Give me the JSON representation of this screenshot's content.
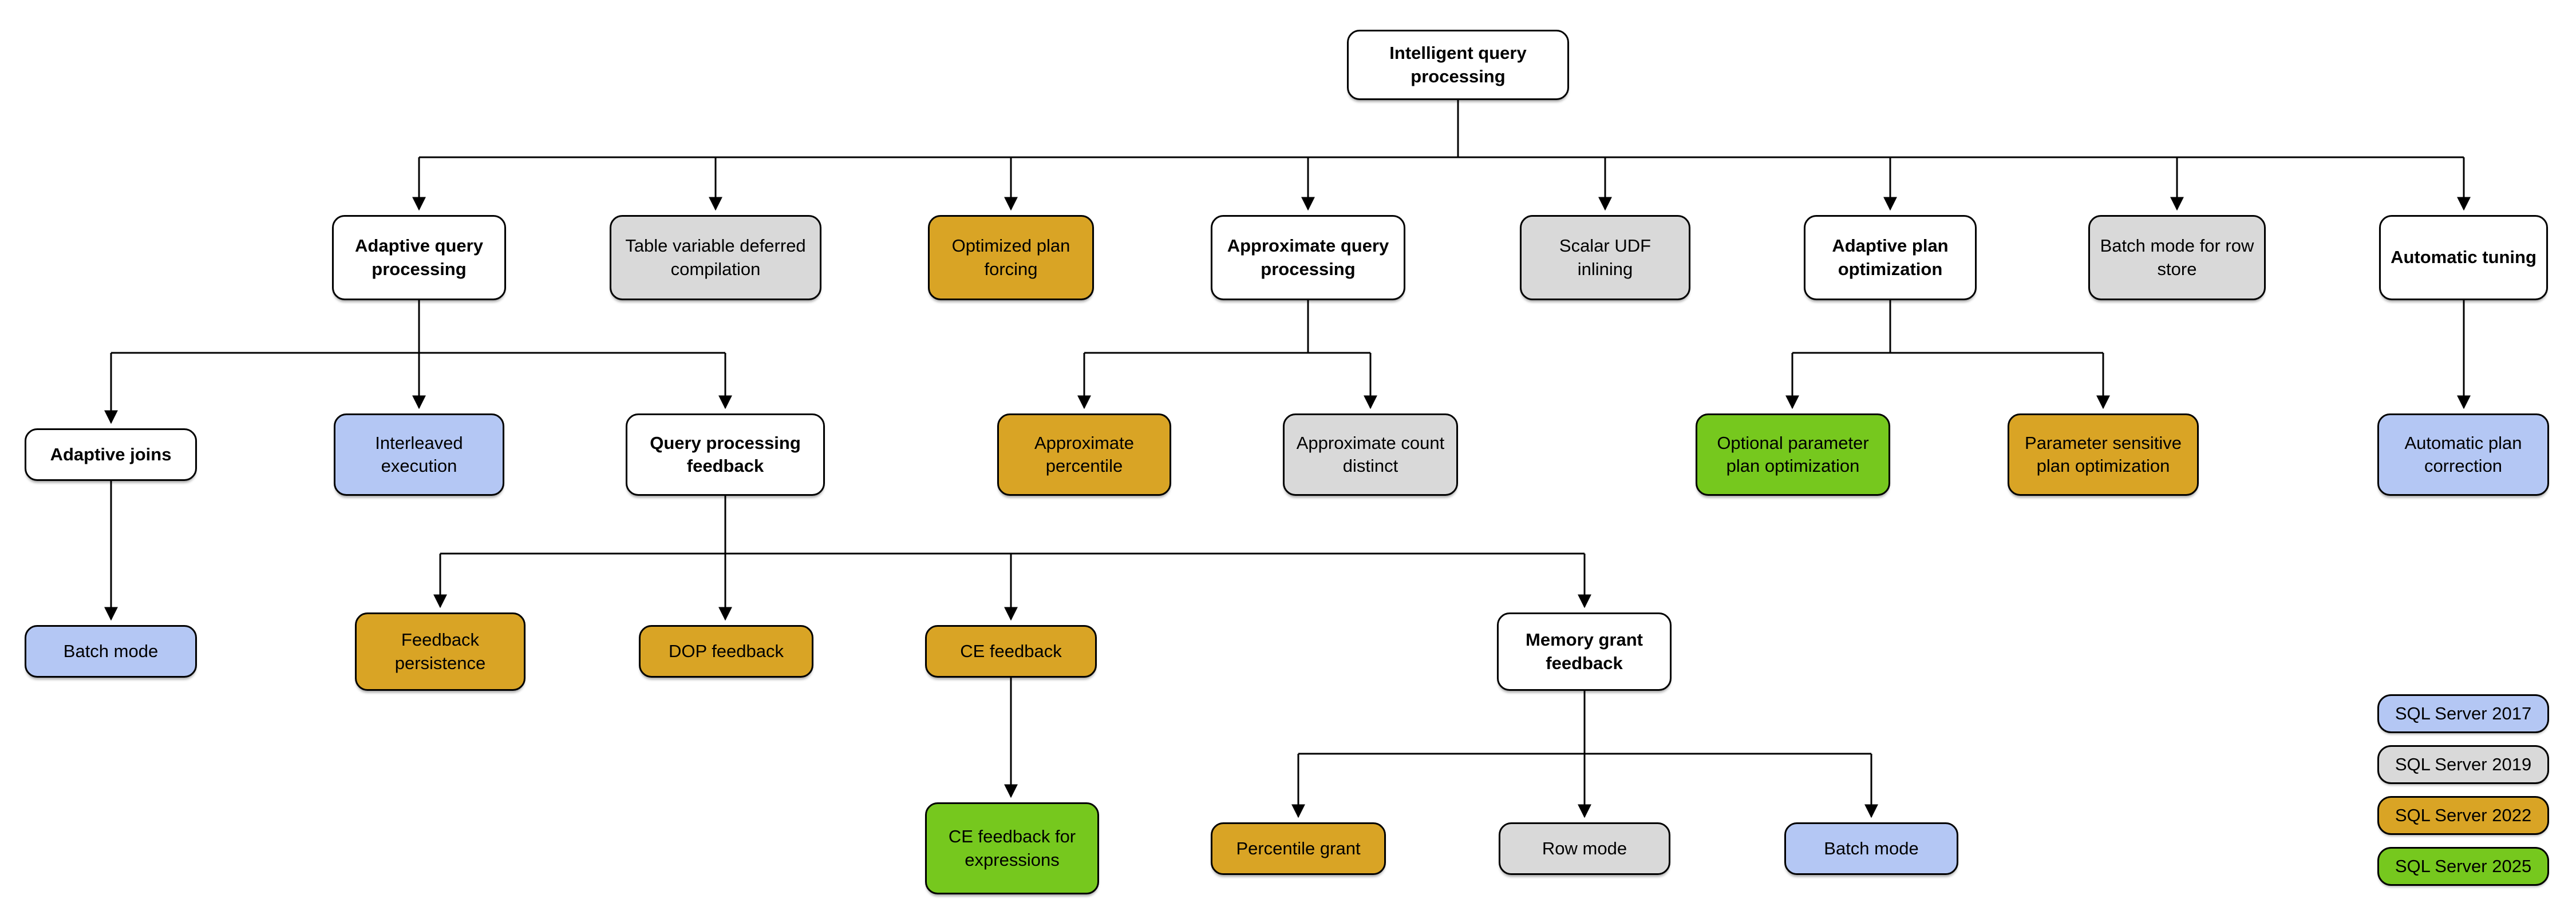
{
  "diagram": {
    "title": "Intelligent query processing",
    "colors": {
      "2017": "#B4C7F4",
      "2019": "#D9D9D9",
      "2022": "#D9A425",
      "2025": "#76C81E",
      "parent": "#FFFFFF",
      "line": "#000000"
    },
    "legend": [
      {
        "label": "SQL Server 2017",
        "version": "2017"
      },
      {
        "label": "SQL Server 2019",
        "version": "2019"
      },
      {
        "label": "SQL Server 2022",
        "version": "2022"
      },
      {
        "label": "SQL Server 2025",
        "version": "2025"
      }
    ],
    "nodes": [
      {
        "id": "intelligent-query-processing",
        "label": "Intelligent query processing",
        "version": null
      },
      {
        "id": "adaptive-query-processing",
        "label": "Adaptive query processing",
        "version": null
      },
      {
        "id": "table-variable-deferred-compilation",
        "label": "Table variable deferred compilation",
        "version": "2019"
      },
      {
        "id": "optimized-plan-forcing",
        "label": "Optimized plan forcing",
        "version": "2022"
      },
      {
        "id": "approximate-query-processing",
        "label": "Approximate query processing",
        "version": null
      },
      {
        "id": "scalar-udf-inlining",
        "label": "Scalar UDF inlining",
        "version": "2019"
      },
      {
        "id": "adaptive-plan-optimization",
        "label": "Adaptive plan optimization",
        "version": null
      },
      {
        "id": "batch-mode-for-row-store",
        "label": "Batch mode for row store",
        "version": "2019"
      },
      {
        "id": "automatic-tuning",
        "label": "Automatic tuning",
        "version": null
      },
      {
        "id": "adaptive-joins",
        "label": "Adaptive joins",
        "version": null
      },
      {
        "id": "interleaved-execution",
        "label": "Interleaved execution",
        "version": "2017"
      },
      {
        "id": "query-processing-feedback",
        "label": "Query processing feedback",
        "version": null
      },
      {
        "id": "approximate-percentile",
        "label": "Approximate percentile",
        "version": "2022"
      },
      {
        "id": "approximate-count-distinct",
        "label": "Approximate count distinct",
        "version": "2019"
      },
      {
        "id": "optional-parameter-plan-optimization",
        "label": "Optional parameter plan optimization",
        "version": "2025"
      },
      {
        "id": "parameter-sensitive-plan-optimization",
        "label": "Parameter sensitive plan optimization",
        "version": "2022"
      },
      {
        "id": "automatic-plan-correction",
        "label": "Automatic plan correction",
        "version": "2017"
      },
      {
        "id": "batch-mode-adaptive-joins",
        "label": "Batch mode",
        "version": "2017"
      },
      {
        "id": "feedback-persistence",
        "label": "Feedback persistence",
        "version": "2022"
      },
      {
        "id": "dop-feedback",
        "label": "DOP feedback",
        "version": "2022"
      },
      {
        "id": "ce-feedback",
        "label": "CE feedback",
        "version": "2022"
      },
      {
        "id": "memory-grant-feedback",
        "label": "Memory grant feedback",
        "version": null
      },
      {
        "id": "ce-feedback-for-expressions",
        "label": "CE feedback for expressions",
        "version": "2025"
      },
      {
        "id": "percentile-grant",
        "label": "Percentile grant",
        "version": "2022"
      },
      {
        "id": "row-mode",
        "label": "Row mode",
        "version": "2019"
      },
      {
        "id": "batch-mode-memory-grant",
        "label": "Batch mode",
        "version": "2017"
      }
    ],
    "edges": [
      {
        "from": "intelligent-query-processing",
        "to": "adaptive-query-processing"
      },
      {
        "from": "intelligent-query-processing",
        "to": "table-variable-deferred-compilation"
      },
      {
        "from": "intelligent-query-processing",
        "to": "optimized-plan-forcing"
      },
      {
        "from": "intelligent-query-processing",
        "to": "approximate-query-processing"
      },
      {
        "from": "intelligent-query-processing",
        "to": "scalar-udf-inlining"
      },
      {
        "from": "intelligent-query-processing",
        "to": "adaptive-plan-optimization"
      },
      {
        "from": "intelligent-query-processing",
        "to": "batch-mode-for-row-store"
      },
      {
        "from": "intelligent-query-processing",
        "to": "automatic-tuning"
      },
      {
        "from": "adaptive-query-processing",
        "to": "adaptive-joins"
      },
      {
        "from": "adaptive-query-processing",
        "to": "interleaved-execution"
      },
      {
        "from": "adaptive-query-processing",
        "to": "query-processing-feedback"
      },
      {
        "from": "approximate-query-processing",
        "to": "approximate-percentile"
      },
      {
        "from": "approximate-query-processing",
        "to": "approximate-count-distinct"
      },
      {
        "from": "adaptive-plan-optimization",
        "to": "optional-parameter-plan-optimization"
      },
      {
        "from": "adaptive-plan-optimization",
        "to": "parameter-sensitive-plan-optimization"
      },
      {
        "from": "automatic-tuning",
        "to": "automatic-plan-correction"
      },
      {
        "from": "adaptive-joins",
        "to": "batch-mode-adaptive-joins"
      },
      {
        "from": "query-processing-feedback",
        "to": "feedback-persistence"
      },
      {
        "from": "query-processing-feedback",
        "to": "dop-feedback"
      },
      {
        "from": "query-processing-feedback",
        "to": "ce-feedback"
      },
      {
        "from": "query-processing-feedback",
        "to": "memory-grant-feedback"
      },
      {
        "from": "ce-feedback",
        "to": "ce-feedback-for-expressions"
      },
      {
        "from": "memory-grant-feedback",
        "to": "percentile-grant"
      },
      {
        "from": "memory-grant-feedback",
        "to": "row-mode"
      },
      {
        "from": "memory-grant-feedback",
        "to": "batch-mode-memory-grant"
      }
    ]
  }
}
